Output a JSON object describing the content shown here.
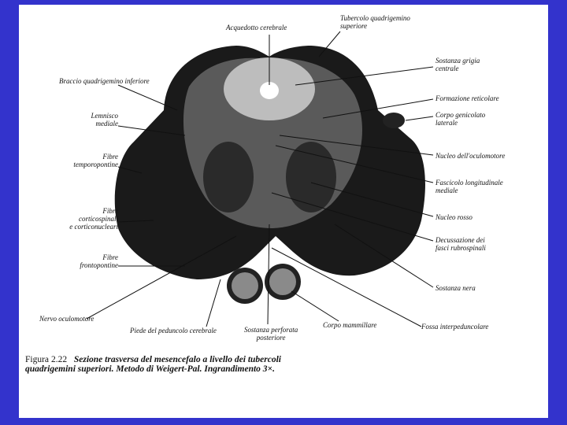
{
  "figure": {
    "labels": {
      "acquedotto": "Acquedotto cerebrale",
      "tubercolo": [
        "Tubercolo quadrigemino",
        "superiore"
      ],
      "braccio": "Braccio quadrigemino inferiore",
      "lemnisco": [
        "Lemnisco",
        "mediale"
      ],
      "temporopontine": [
        "Fibre",
        "temporopontine"
      ],
      "corticospinali": [
        "Fibre",
        "corticospinali",
        "e corticonucleari"
      ],
      "frontopontine": [
        "Fibre",
        "frontopontine"
      ],
      "nervo": "Nervo oculomotore",
      "piede": "Piede del peduncolo cerebrale",
      "perforata": [
        "Sostanza perforata",
        "posteriore"
      ],
      "mammillare": "Corpo mammillare",
      "fossa": "Fossa interpeduncolare",
      "grigia": [
        "Sostanza grigia",
        "centrale"
      ],
      "reticolare": "Formazione reticolare",
      "genicolato": [
        "Corpo genicolato",
        "laterale"
      ],
      "oculomotore": "Nucleo dell'oculomotore",
      "fascicolo": [
        "Fascicolo longitudinale",
        "mediale"
      ],
      "rosso": "Nucleo rosso",
      "decussazione": [
        "Decussazione dei",
        "fasci rubrospinali"
      ],
      "nera": "Sostanza nera"
    },
    "caption": {
      "number": "Figura 2.22",
      "text": "Sezione trasversa del mesencefalo a livello dei tubercoli quadrigemini superiori. Metodo di Weigert-Pal. Ingrandimento 3×."
    }
  }
}
